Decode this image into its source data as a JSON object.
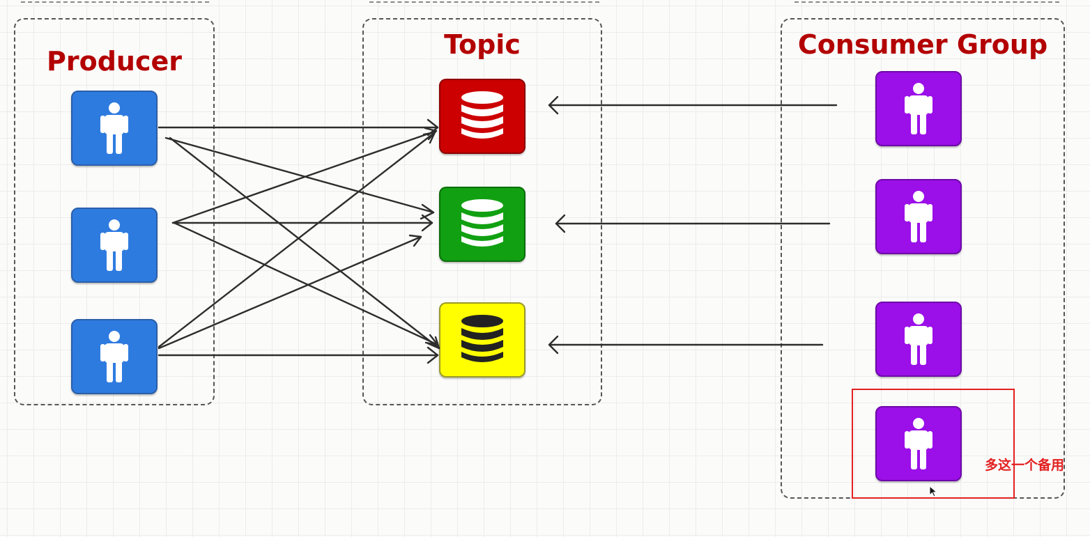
{
  "producer": {
    "title": "Producer",
    "members": [
      "person-icon",
      "person-icon",
      "person-icon"
    ],
    "tile_color": "#2e7be0"
  },
  "topic": {
    "title": "Topic",
    "partitions": [
      {
        "icon": "database-icon",
        "color": "#cc0000"
      },
      {
        "icon": "database-icon",
        "color": "#11a011"
      },
      {
        "icon": "database-icon",
        "color": "#ffff00"
      }
    ]
  },
  "consumer_group": {
    "title": "Consumer Group",
    "members": [
      "person-icon",
      "person-icon",
      "person-icon",
      "person-icon"
    ],
    "tile_color": "#9b0fe8"
  },
  "annotation": {
    "text": "多这一个备用",
    "color": "#e32020"
  },
  "title_color": "#b30000"
}
